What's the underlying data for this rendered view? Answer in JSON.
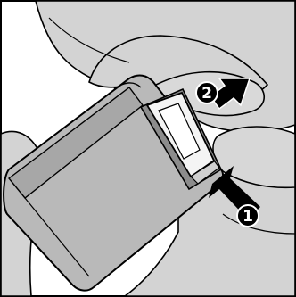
{
  "colors": {
    "background": "#ffffff",
    "hand_fill": "#d3d3d3",
    "hand_shadow": "#9c9c9c",
    "device_fill": "#b9b9b9",
    "device_front": "#a7a7a7",
    "compartment_fill": "#8c8c8c",
    "battery_fill": "#f4f4f4",
    "arrow_fill": "#000000",
    "outline": "#000000"
  },
  "icons": {
    "step_1_arrow": "arrow-push-up-left",
    "step_2_arrow": "arrow-slide-up-right"
  },
  "steps": [
    {
      "number": "1"
    },
    {
      "number": "2"
    }
  ]
}
